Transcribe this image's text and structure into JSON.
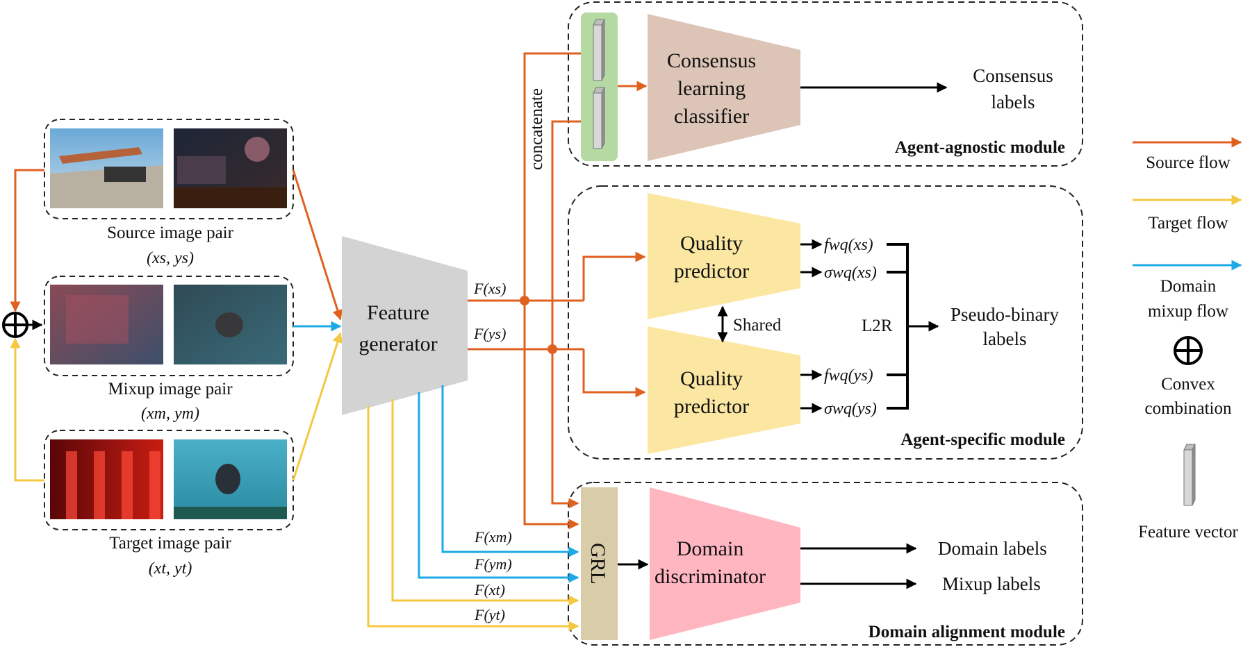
{
  "modules": {
    "agnostic": "Agent-agnostic module",
    "specific": "Agent-specific module",
    "alignment": "Domain alignment module"
  },
  "image_pairs": {
    "source": {
      "label": "Source image pair",
      "math": "(xs, ys)"
    },
    "mixup": {
      "label": "Mixup image pair",
      "math": "(xm, ym)"
    },
    "target": {
      "label": "Target image pair",
      "math": "(xt, yt)"
    }
  },
  "feature_generator": {
    "line1": "Feature",
    "line2": "generator"
  },
  "features": {
    "fxs": "F(xs)",
    "fys": "F(ys)",
    "fxm": "F(xm)",
    "fym": "F(ym)",
    "fxt": "F(xt)",
    "fyt": "F(yt)"
  },
  "concatenate": "concatenate",
  "consensus_classifier": {
    "line1": "Consensus",
    "line2": "learning",
    "line3": "classifier"
  },
  "consensus_labels": {
    "line1": "Consensus",
    "line2": "labels"
  },
  "quality_predictor": {
    "line1": "Quality",
    "line2": "predictor"
  },
  "shared": "Shared",
  "predictor_outputs": {
    "f_xs": "fwq(xs)",
    "sigma_xs": "σwq(xs)",
    "f_ys": "fwq(ys)",
    "sigma_ys": "σwq(ys)"
  },
  "l2r": "L2R",
  "pseudo_binary": {
    "line1": "Pseudo-binary",
    "line2": "labels"
  },
  "grl": "GRL",
  "domain_discriminator": {
    "line1": "Domain",
    "line2": "discriminator"
  },
  "domain_labels": "Domain labels",
  "mixup_labels": "Mixup labels",
  "legend": {
    "source_flow": "Source flow",
    "target_flow": "Target flow",
    "mixup_flow_1": "Domain",
    "mixup_flow_2": "mixup flow",
    "convex_1": "Convex",
    "convex_2": "combination",
    "feature_vector": "Feature vector"
  },
  "colors": {
    "source": "#E06020",
    "target": "#F5C842",
    "mixup": "#1EAAE6",
    "generator": "#D3D3D3",
    "consensus": "#DCC5B6",
    "quality": "#FBE7A1",
    "discriminator": "#FFB6C1",
    "grl": "#D9CCA8",
    "feature_group": "#B5D9A3"
  }
}
